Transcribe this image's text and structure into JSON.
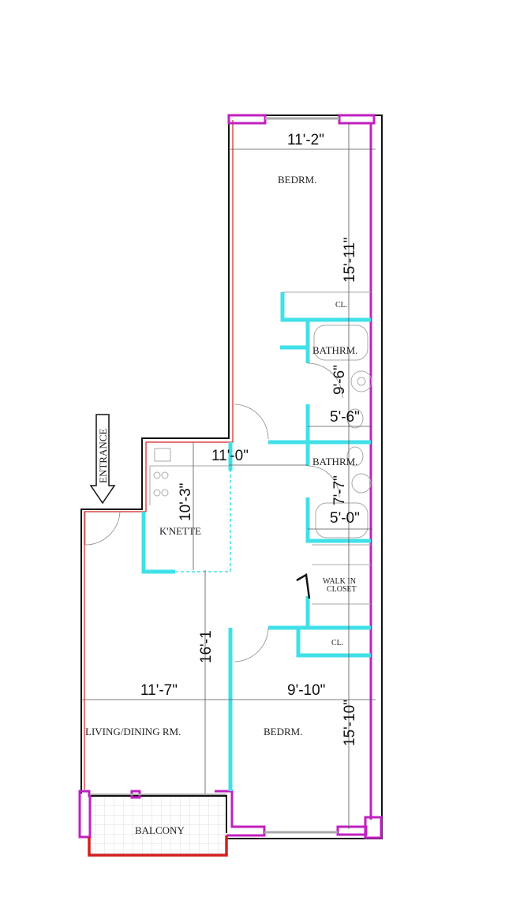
{
  "plan": {
    "rooms": {
      "bedroom_top": "BEDRM.",
      "closet_top": "CL.",
      "bathroom_1": "BATHRM.",
      "bathroom_2": "BATHRM.",
      "kitchenette": "K'NETTE",
      "walk_in_closet_line1": "WALK IN",
      "walk_in_closet_line2": "CLOSET",
      "closet_bottom": "CL.",
      "living_dining": "LIVING/DINING RM.",
      "bedroom_bottom": "BEDRM.",
      "balcony": "BALCONY"
    },
    "entrance_label": "ENTRANCE",
    "dimensions": {
      "bedroom_top_width": "11'-2\"",
      "bedroom_top_depth": "15'-11\"",
      "bath1_depth": "9'-6\"",
      "bath1_width": "5'-6\"",
      "hall_width": "11'-0\"",
      "bath2_depth": "7'-7\"",
      "bath2_width": "5'-0\"",
      "kitchenette_depth": "10'-3\"",
      "living_depth": "16'-1",
      "living_width": "11'-7\"",
      "bedroom_bottom_width": "9'-10\"",
      "bedroom_bottom_depth": "15'-10\""
    },
    "colors": {
      "exterior_wall": "#111111",
      "window_frame": "#c020c0",
      "partition": "#40e0e8",
      "outline": "#d42020"
    }
  }
}
